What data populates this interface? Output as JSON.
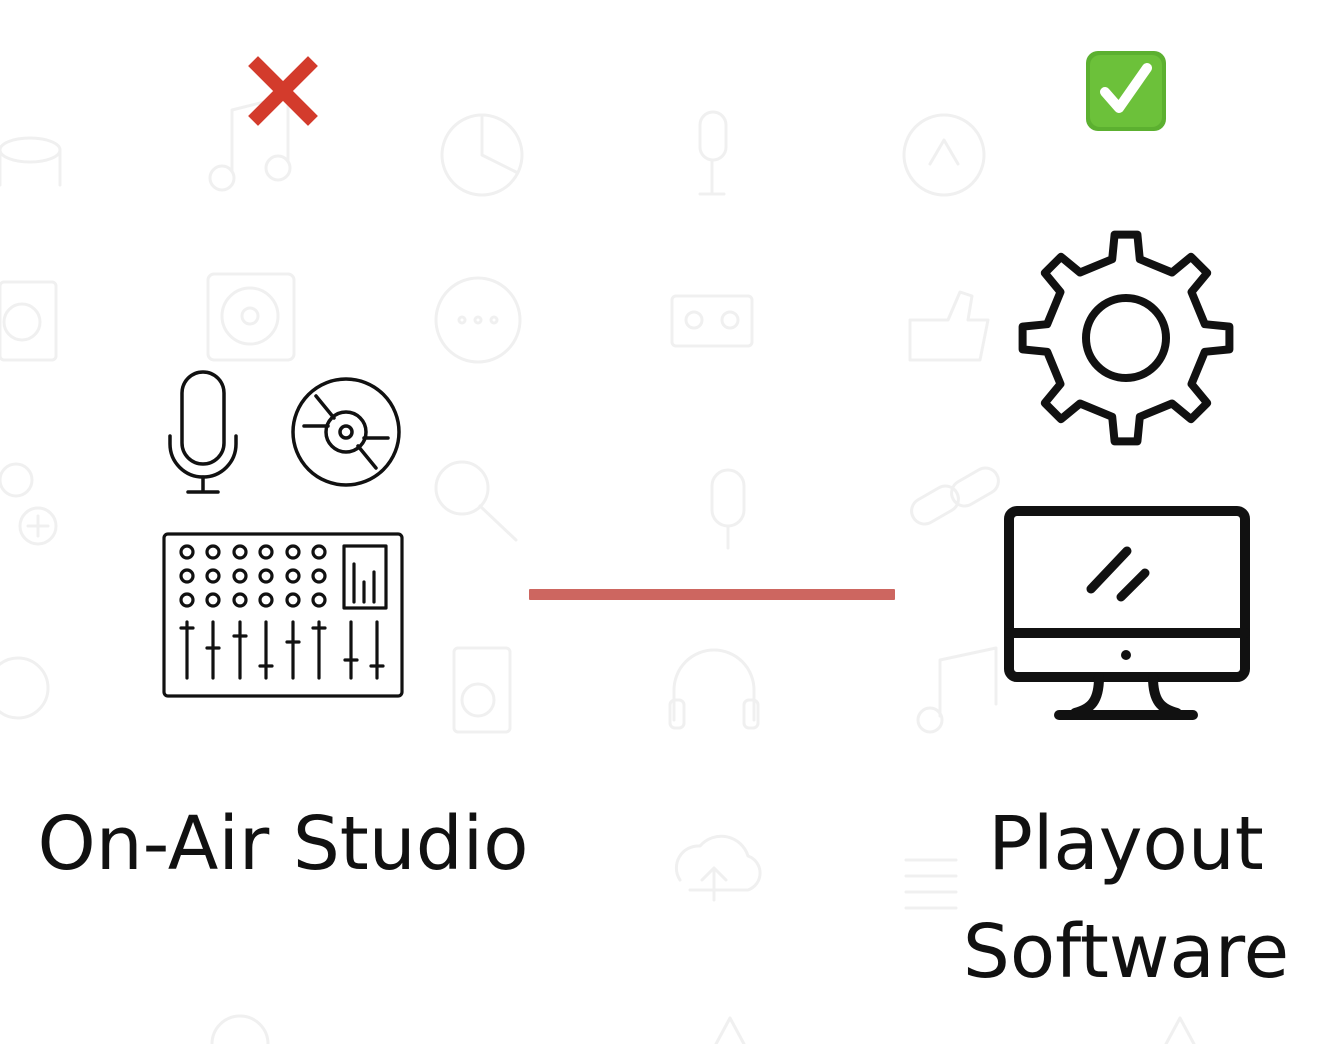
{
  "left": {
    "status_icon": "cross-mark-icon",
    "icons": [
      "microphone-icon",
      "disc-icon",
      "mixing-console-icon"
    ],
    "label": "On-Air Studio"
  },
  "right": {
    "status_icon": "check-mark-button-icon",
    "icons": [
      "gear-icon",
      "monitor-icon"
    ],
    "label_lines": [
      "Playout",
      "Software"
    ]
  },
  "connector": {
    "style": "solid-line"
  },
  "colors": {
    "background": "#ffffff",
    "text": "#111111",
    "icon_stroke": "#111111",
    "connector": "#cd6660",
    "cross_mark": "#d33b2c",
    "check_button": "#5cb030",
    "background_pattern": "#f0f0f0"
  }
}
